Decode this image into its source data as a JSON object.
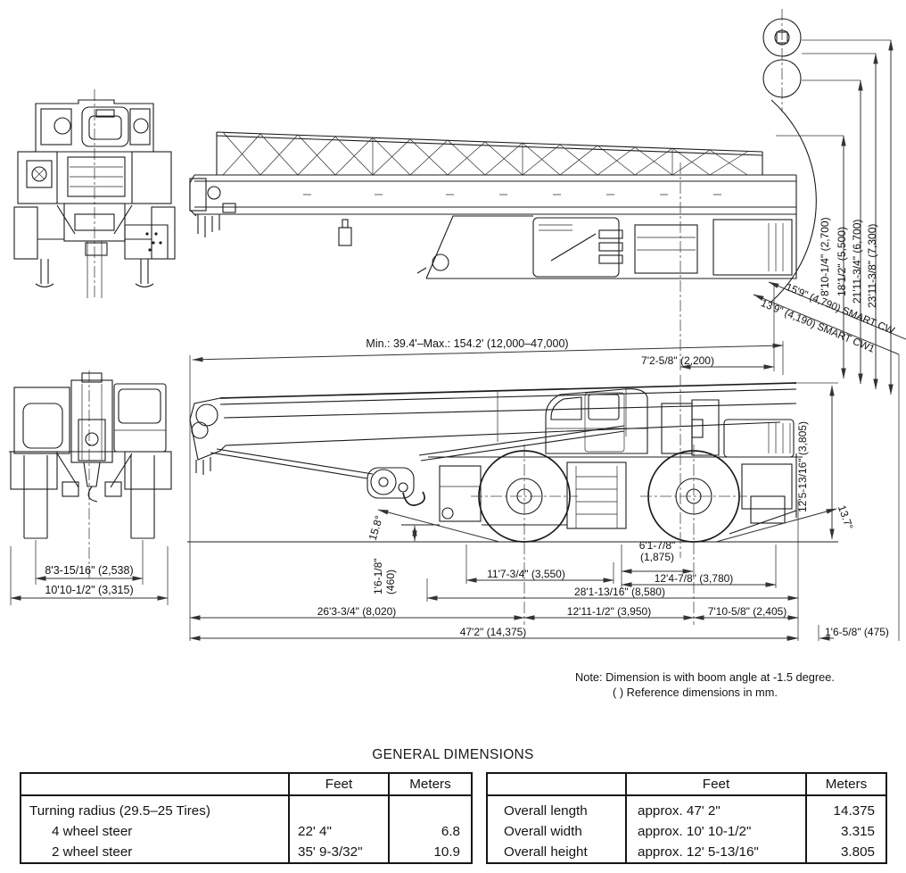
{
  "dims": {
    "height_boom": "8'10-1/4\" (2,700)",
    "height_jib_low": "18'1/2\" (5,500)",
    "height_jib_mid": "21'11-3/4\" (6,700)",
    "height_jib_top": "23'11-3/8\" (7,300)",
    "smart_cw2": "15'9\" (4,790) SMART CW",
    "smart_cw1": "13'9\" (4,190) SMART CW1",
    "boom_minmax": "Min.: 39.4'–Max.: 154.2' (12,000–47,000)",
    "tail_swing": "7'2-5/8\" (2,200)",
    "overall_height": "12'5-13/16\" (3,805)",
    "angle_front": "15.8°",
    "angle_rear": "13.7°",
    "clearance_l1": "1'6-1/8\"",
    "clearance_l2": "(460)",
    "rear_spread_l1": "6'1-7/8\"",
    "rear_spread_l2": "(1,875)",
    "wheelbase": "11'7-3/4\" (3,550)",
    "outrigger_rear": "12'4-7/8\" (3,780)",
    "frame_length": "28'1-13/16\" (8,580)",
    "front_length": "26'3-3/4\" (8,020)",
    "mid_length": "12'11-1/2\" (3,950)",
    "rear_length": "7'10-5/8\" (2,405)",
    "overall_length": "47'2\" (14,375)",
    "rear_overhang": "1'6-5/8\" (475)",
    "track_width": "8'3-15/16\" (2,538)",
    "overall_width": "10'10-1/2\" (3,315)"
  },
  "note": {
    "line1": "Note: Dimension is with boom angle at -1.5 degree.",
    "line2": "( ) Reference dimensions in mm."
  },
  "section_title": "GENERAL DIMENSIONS",
  "tables": {
    "left": {
      "headers": [
        "",
        "Feet",
        "Meters"
      ],
      "rows": [
        {
          "label": "Turning radius (29.5–25 Tires)",
          "feet": "",
          "meters": ""
        },
        {
          "label": "4 wheel steer",
          "feet": "22' 4\"",
          "meters": "6.8"
        },
        {
          "label": "2 wheel steer",
          "feet": "35' 9-3/32\"",
          "meters": "10.9"
        }
      ]
    },
    "right": {
      "headers": [
        "",
        "Feet",
        "Meters"
      ],
      "rows": [
        {
          "label": "Overall length",
          "feet": "approx. 47' 2\"",
          "meters": "14.375"
        },
        {
          "label": "Overall width",
          "feet": "approx. 10' 10-1/2\"",
          "meters": "3.315"
        },
        {
          "label": "Overall height",
          "feet": "approx. 12' 5-13/16\"",
          "meters": "3.805"
        }
      ]
    }
  }
}
